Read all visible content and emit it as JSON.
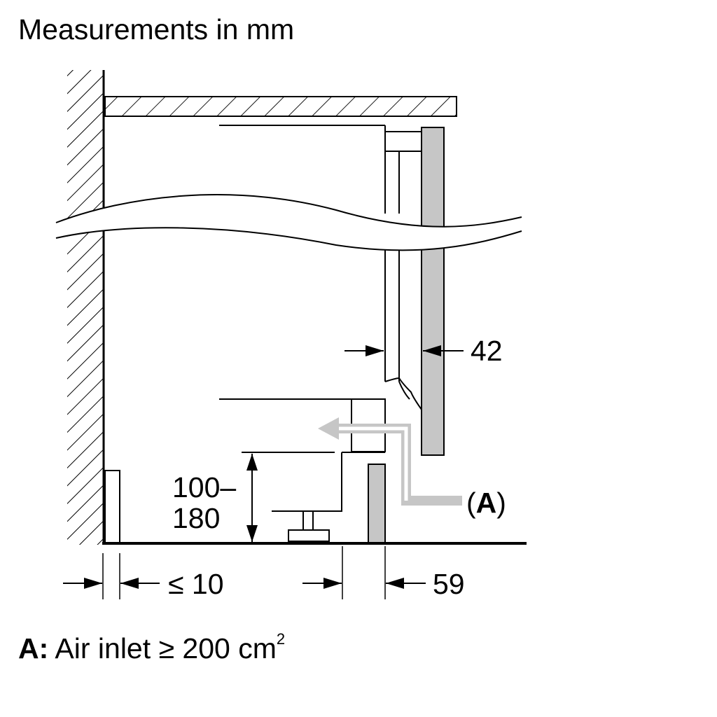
{
  "title": "Measurements in mm",
  "dimensions": {
    "gap_front": "42",
    "plinth_height_line1": "100–",
    "plinth_height_line2": "180",
    "side_gap": "≤ 10",
    "plinth_depth": "59"
  },
  "callout": {
    "open": "(",
    "letter": "A",
    "close": ")"
  },
  "legend": {
    "key": "A:",
    "text": "Air inlet ≥ 200 cm",
    "superscript": "2"
  },
  "colors": {
    "line": "#000000",
    "panel_fill": "#c6c6c6",
    "airflow_arrow": "#c6c6c6",
    "background": "#ffffff"
  }
}
